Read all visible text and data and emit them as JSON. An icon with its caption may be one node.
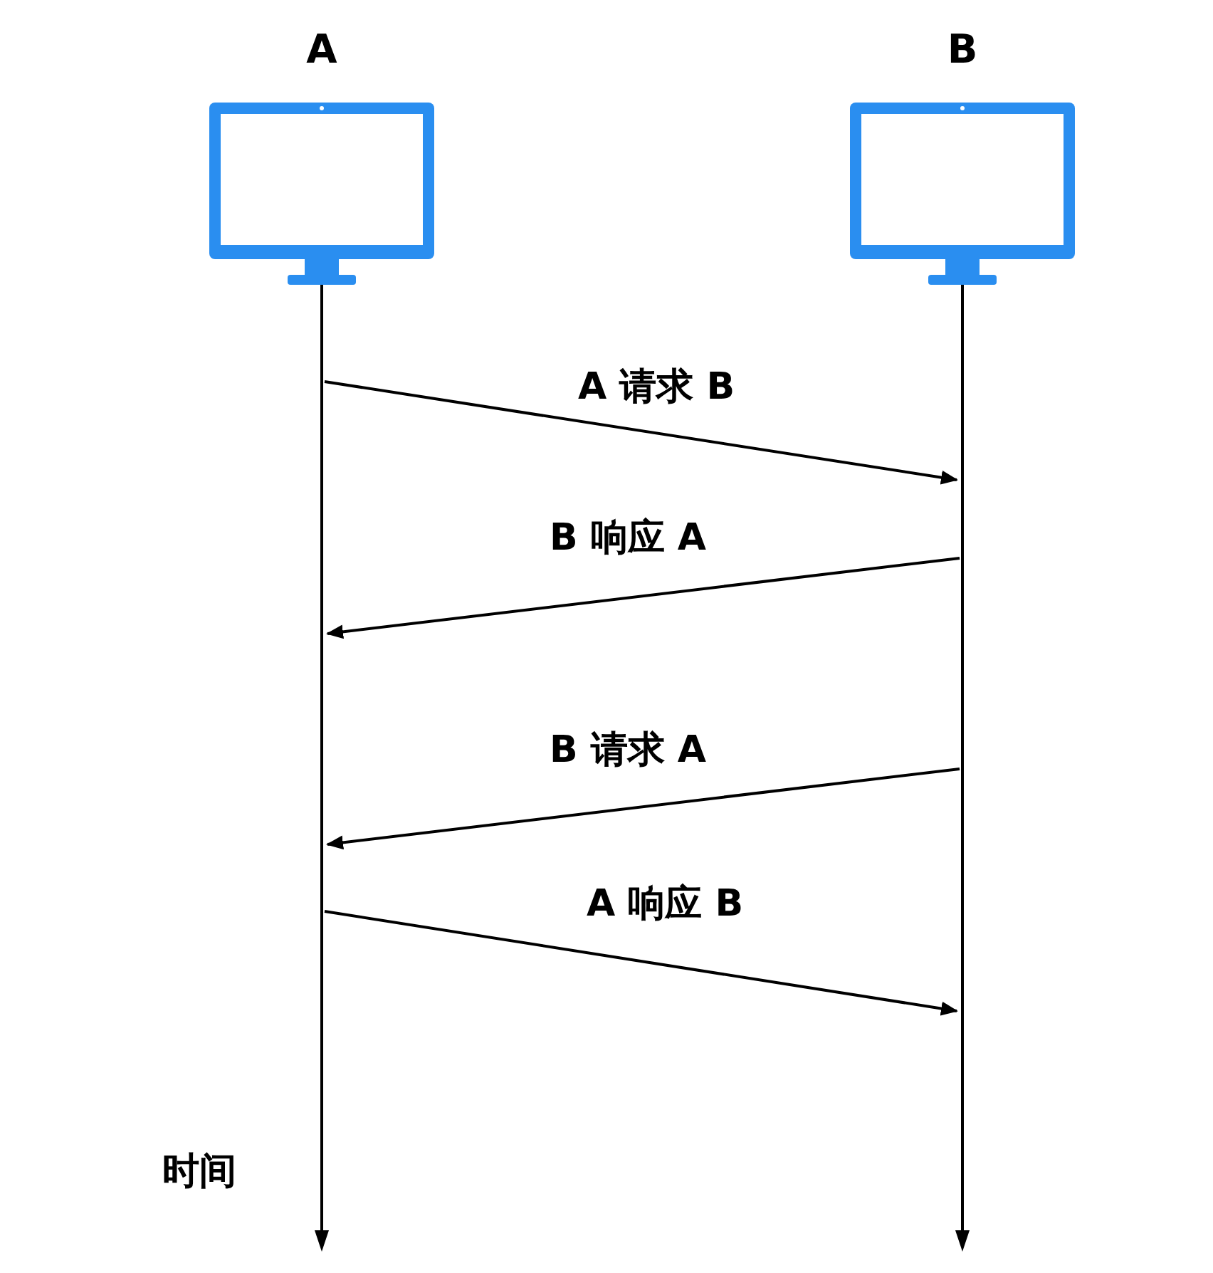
{
  "diagram": {
    "nodes": [
      {
        "text": [
          "A"
        ]
      },
      {
        "text": [
          "B"
        ]
      }
    ],
    "edges": [
      {
        "from": 0,
        "to": 1,
        "label": "A 请求 B",
        "arrow": "to"
      },
      {
        "from": 1,
        "to": 0,
        "label": "B 响应 A",
        "arrow": "to"
      },
      {
        "from": 1,
        "to": 0,
        "label": "B 请求 A",
        "arrow": "to"
      },
      {
        "from": 0,
        "to": 1,
        "label": "A 响应 B",
        "arrow": "to"
      }
    ],
    "labels": [
      "时间"
    ]
  }
}
